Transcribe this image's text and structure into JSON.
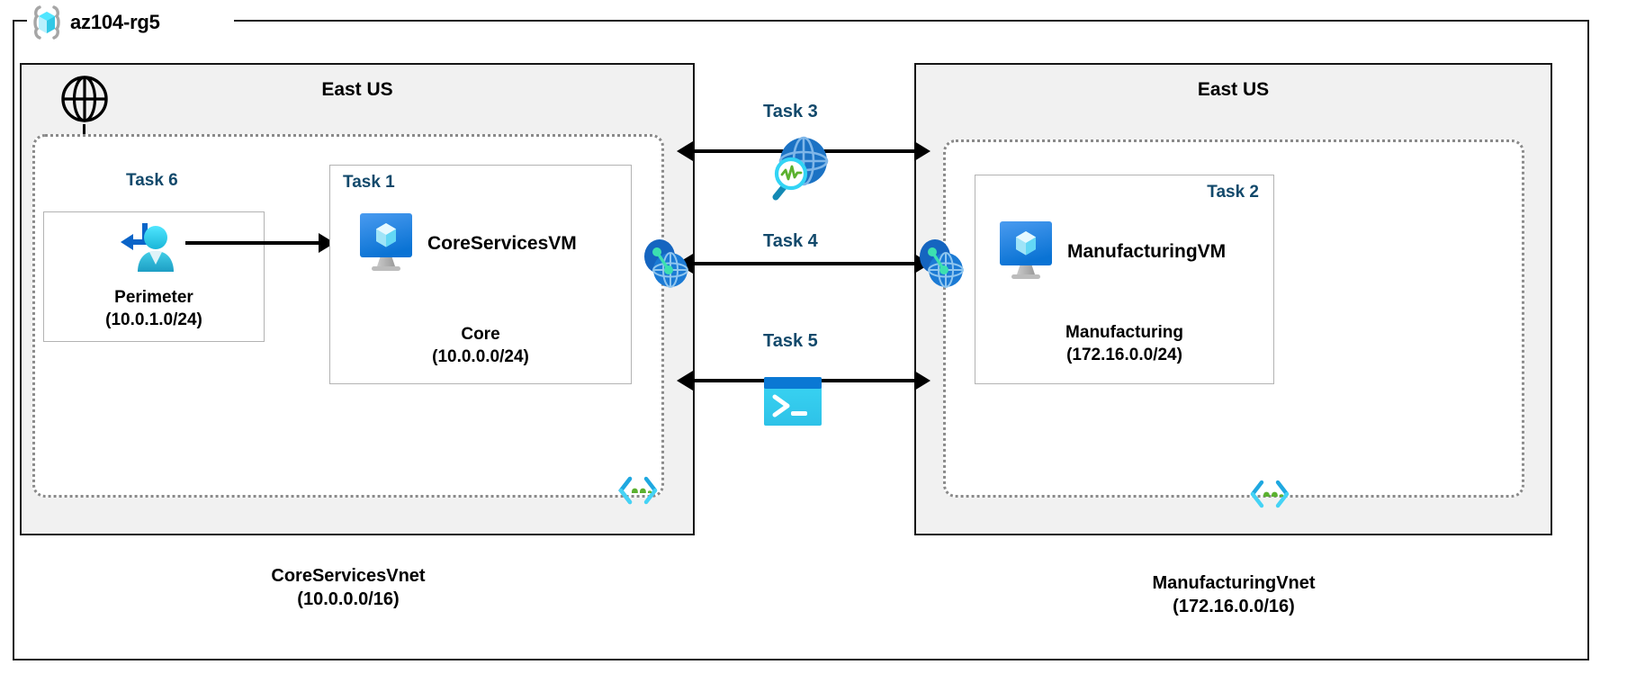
{
  "diagram": {
    "title": "az104-rg5",
    "resource_group_icon": "azure-resource-group-icon"
  },
  "regions": [
    {
      "id": "left",
      "label": "East US"
    },
    {
      "id": "right",
      "label": "East US"
    }
  ],
  "internet": {
    "icon": "globe-icon"
  },
  "vnets": [
    {
      "id": "core",
      "name": "CoreServicesVnet",
      "cidr": "(10.0.0.0/16)",
      "badge_icon": "subnet-icon"
    },
    {
      "id": "manufacturing",
      "name": "ManufacturingVnet",
      "cidr": "(172.16.0.0/16)",
      "badge_icon": "subnet-icon"
    }
  ],
  "subnets": [
    {
      "id": "perimeter",
      "task": "Task 6",
      "name": "Perimeter",
      "cidr": "(10.0.1.0/24)",
      "icon": "bastion-user-icon"
    },
    {
      "id": "core",
      "task": "Task 1",
      "name": "Core",
      "cidr": "(10.0.0.0/24)",
      "vm": "CoreServicesVM",
      "vm_icon": "virtual-machine-icon"
    },
    {
      "id": "manufacturing",
      "task": "Task 2",
      "name": "Manufacturing",
      "cidr": "(172.16.0.0/24)",
      "vm": "ManufacturingVM",
      "vm_icon": "virtual-machine-icon"
    }
  ],
  "center_tasks": [
    {
      "id": "task3",
      "label": "Task 3",
      "icon": "network-watcher-icon"
    },
    {
      "id": "task4",
      "label": "Task 4",
      "icon": "vnet-peering-icon"
    },
    {
      "id": "task5",
      "label": "Task 5",
      "icon": "cloud-shell-icon"
    }
  ],
  "colors": {
    "task_label": "#12496b",
    "region_fill": "#f1f1f1",
    "region_border": "#161616",
    "vnet_border": "#8a8a8a",
    "subnet_border": "#b3b3b3",
    "azure_blue": "#0078d4",
    "cyan": "#32d4f5",
    "green": "#5bb12f"
  }
}
